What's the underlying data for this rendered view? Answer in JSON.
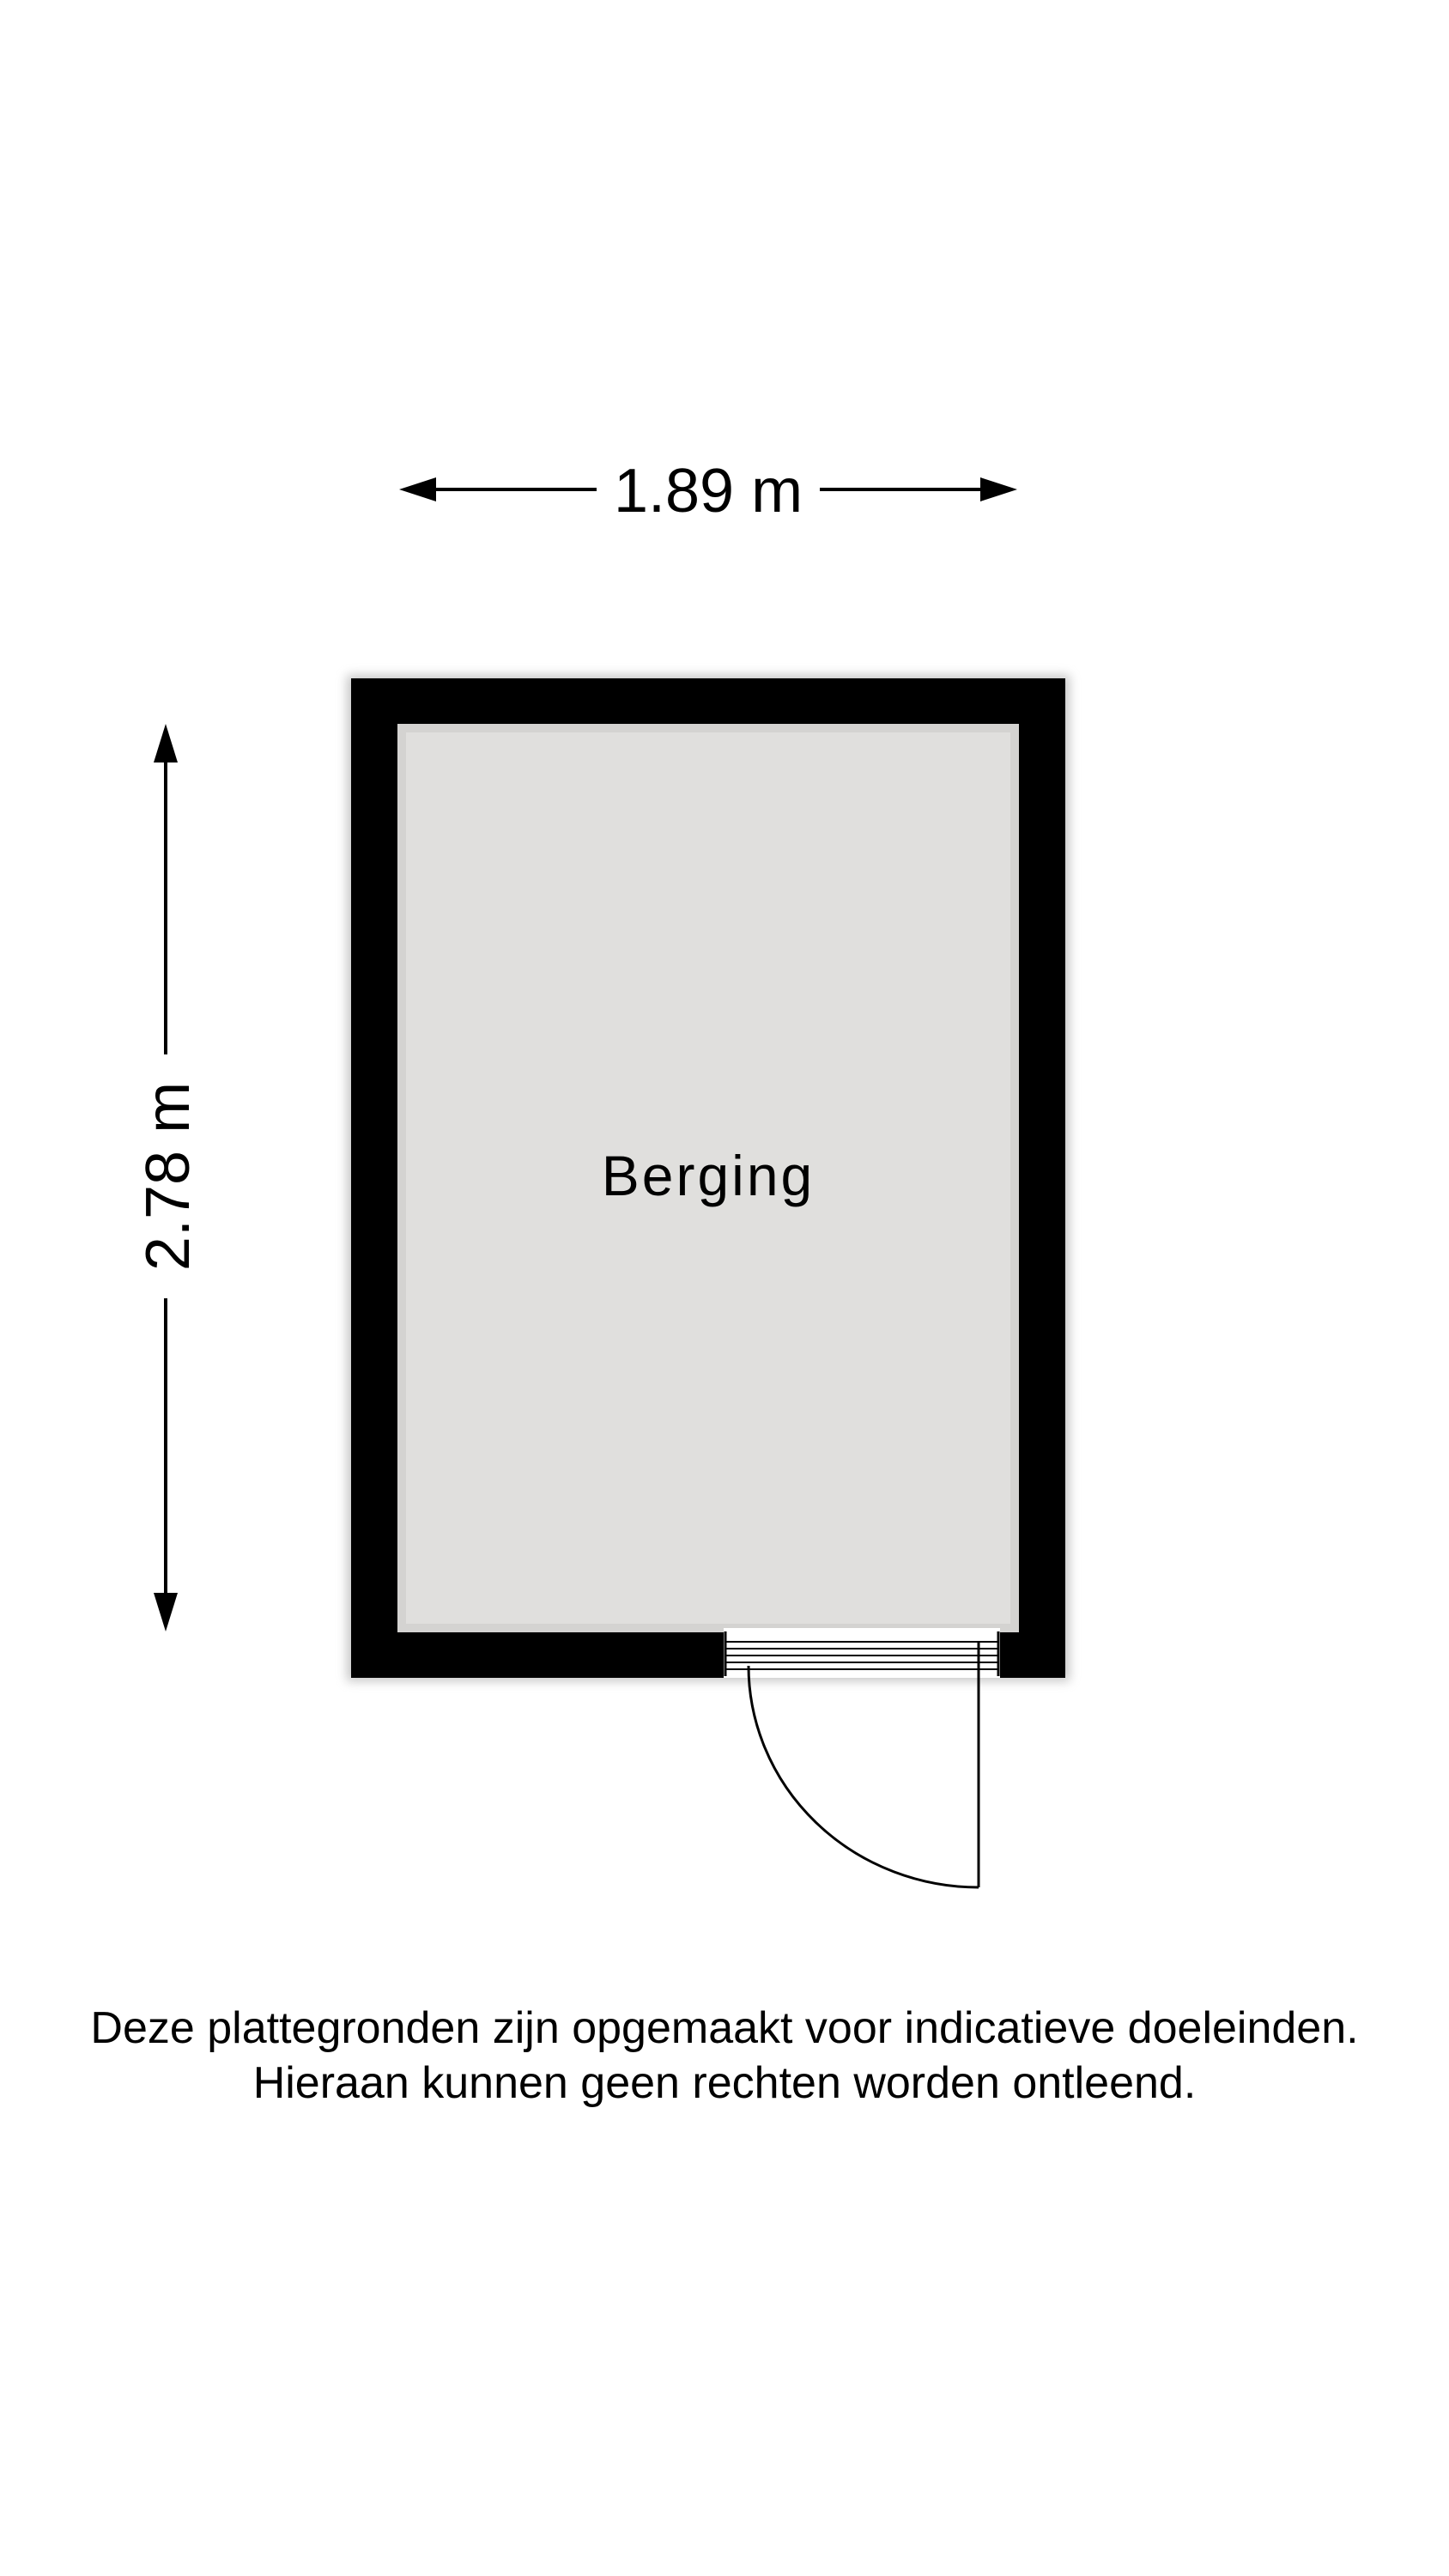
{
  "dimensions": {
    "width_label": "1.89 m",
    "height_label": "2.78 m"
  },
  "room": {
    "label": "Berging"
  },
  "disclaimer": {
    "line1": "Deze plattegronden zijn opgemaakt voor indicatieve doeleinden.",
    "line2": "Hieraan kunnen geen rechten worden ontleend."
  },
  "colors": {
    "wall": "#000000",
    "floor": "#e0dfdd",
    "background": "#ffffff"
  }
}
